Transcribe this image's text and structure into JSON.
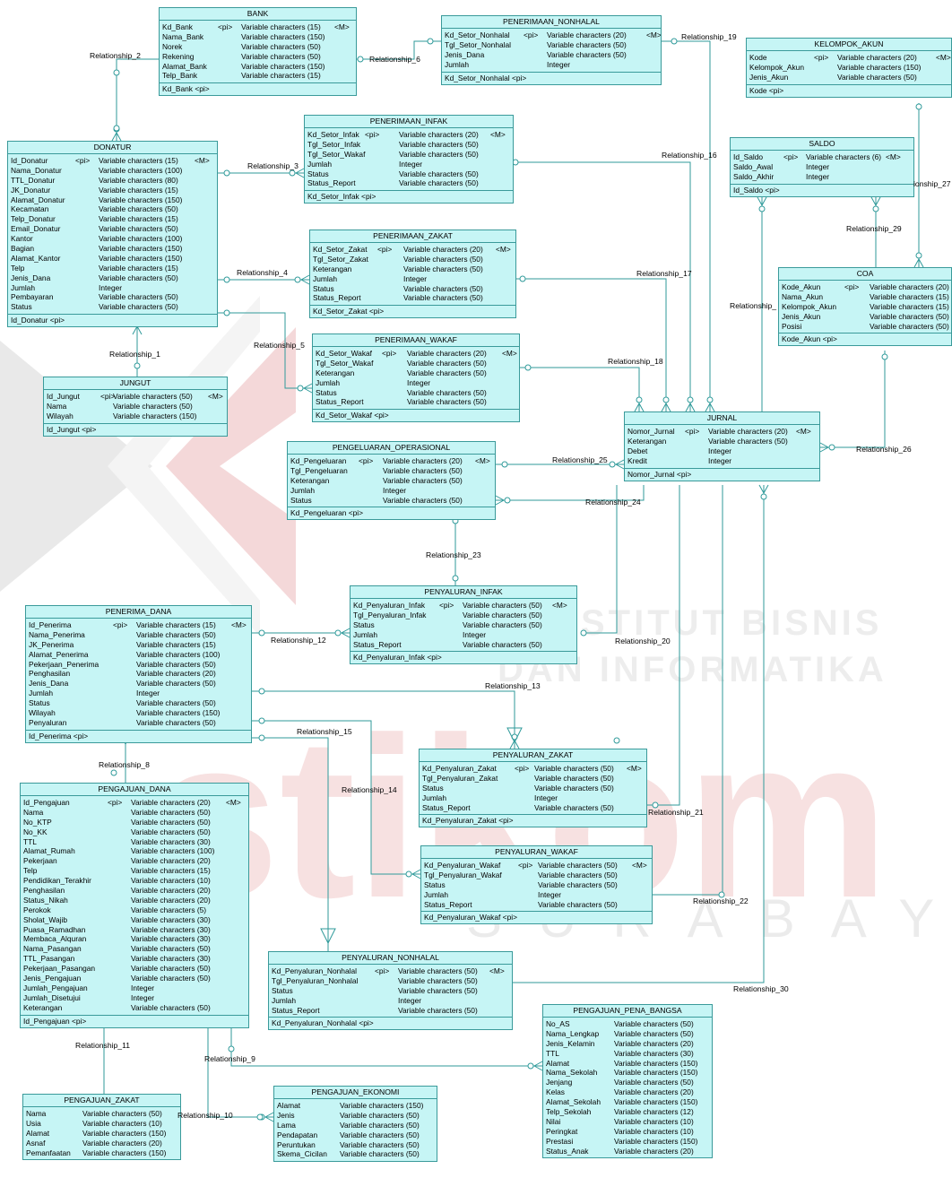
{
  "watermark": {
    "logo_text": "stikom",
    "line1": "INSTITUT BISNIS",
    "line2": "DAN INFORMATIKA",
    "line3": "SURABAYA"
  },
  "entities": [
    {
      "name": "BANK",
      "attrs": [
        [
          "Kd_Bank",
          "<pi>",
          "Variable characters (15)",
          "<M>"
        ],
        [
          "Nama_Bank",
          "",
          "Variable characters (150)",
          ""
        ],
        [
          "Norek",
          "",
          "Variable characters (50)",
          ""
        ],
        [
          "Rekening",
          "",
          "Variable characters (50)",
          ""
        ],
        [
          "Alamat_Bank",
          "",
          "Variable characters (150)",
          ""
        ],
        [
          "Telp_Bank",
          "",
          "Variable characters (15)",
          ""
        ]
      ],
      "identifier": "Kd_Bank  <pi>"
    },
    {
      "name": "PENERIMAAN_NONHALAL",
      "attrs": [
        [
          "Kd_Setor_Nonhalal",
          "<pi>",
          "Variable characters (20)",
          "<M>"
        ],
        [
          "Tgl_Setor_Nonhalal",
          "",
          "Variable characters (50)",
          ""
        ],
        [
          "Jenis_Dana",
          "",
          "Variable characters (50)",
          ""
        ],
        [
          "Jumlah",
          "",
          "Integer",
          ""
        ]
      ],
      "identifier": "Kd_Setor_Nonhalal  <pi>"
    },
    {
      "name": "KELOMPOK_AKUN",
      "attrs": [
        [
          "Kode",
          "<pi>",
          "Variable characters (20)",
          "<M>"
        ],
        [
          "Kelompok_Akun",
          "",
          "Variable characters (150)",
          ""
        ],
        [
          "Jenis_Akun",
          "",
          "Variable characters (50)",
          ""
        ]
      ],
      "identifier": "Kode  <pi>"
    },
    {
      "name": "DONATUR",
      "attrs": [
        [
          "Id_Donatur",
          "<pi>",
          "Variable characters (15)",
          "<M>"
        ],
        [
          "Nama_Donatur",
          "",
          "Variable characters (100)",
          ""
        ],
        [
          "TTL_Donatur",
          "",
          "Variable characters (80)",
          ""
        ],
        [
          "JK_Donatur",
          "",
          "Variable characters (15)",
          ""
        ],
        [
          "Alamat_Donatur",
          "",
          "Variable characters (150)",
          ""
        ],
        [
          "Kecamatan",
          "",
          "Variable characters (50)",
          ""
        ],
        [
          "Telp_Donatur",
          "",
          "Variable characters (15)",
          ""
        ],
        [
          "Email_Donatur",
          "",
          "Variable characters (50)",
          ""
        ],
        [
          "Kantor",
          "",
          "Variable characters (100)",
          ""
        ],
        [
          "Bagian",
          "",
          "Variable characters (150)",
          ""
        ],
        [
          "Alamat_Kantor",
          "",
          "Variable characters (150)",
          ""
        ],
        [
          "Telp",
          "",
          "Variable characters (15)",
          ""
        ],
        [
          "Jenis_Dana",
          "",
          "Variable characters (50)",
          ""
        ],
        [
          "Jumlah",
          "",
          "Integer",
          ""
        ],
        [
          "Pembayaran",
          "",
          "Variable characters (50)",
          ""
        ],
        [
          "Status",
          "",
          "Variable characters (50)",
          ""
        ]
      ],
      "identifier": "Id_Donatur  <pi>"
    },
    {
      "name": "PENERIMAAN_INFAK",
      "attrs": [
        [
          "Kd_Setor_Infak",
          "<pi>",
          "Variable characters (20)",
          "<M>"
        ],
        [
          "Tgl_Setor_Infak",
          "",
          "Variable characters (50)",
          ""
        ],
        [
          "Tgl_Setor_Wakaf",
          "",
          "Variable characters (50)",
          ""
        ],
        [
          "Jumlah",
          "",
          "Integer",
          ""
        ],
        [
          "Status",
          "",
          "Variable characters (50)",
          ""
        ],
        [
          "Status_Report",
          "",
          "Variable characters (50)",
          ""
        ]
      ],
      "identifier": "Kd_Setor_Infak  <pi>"
    },
    {
      "name": "SALDO",
      "attrs": [
        [
          "Id_Saldo",
          "<pi>",
          "Variable characters (6)",
          "<M>"
        ],
        [
          "Saldo_Awal",
          "",
          "Integer",
          ""
        ],
        [
          "Saldo_Akhir",
          "",
          "Integer",
          ""
        ]
      ],
      "identifier": "Id_Saldo  <pi>"
    },
    {
      "name": "PENERIMAAN_ZAKAT",
      "attrs": [
        [
          "Kd_Setor_Zakat",
          "<pi>",
          "Variable characters (20)",
          "<M>"
        ],
        [
          "Tgl_Setor_Zakat",
          "",
          "Variable characters (50)",
          ""
        ],
        [
          "Keterangan",
          "",
          "Variable characters (50)",
          ""
        ],
        [
          "Jumlah",
          "",
          "Integer",
          ""
        ],
        [
          "Status",
          "",
          "Variable characters (50)",
          ""
        ],
        [
          "Status_Report",
          "",
          "Variable characters (50)",
          ""
        ]
      ],
      "identifier": "Kd_Setor_Zakat  <pi>"
    },
    {
      "name": "COA",
      "attrs": [
        [
          "Kode_Akun",
          "<pi>",
          "Variable characters (20)",
          ""
        ],
        [
          "Nama_Akun",
          "",
          "Variable characters (15)",
          ""
        ],
        [
          "Kelompok_Akun",
          "",
          "Variable characters (15)",
          ""
        ],
        [
          "Jenis_Akun",
          "",
          "Variable characters (50)",
          ""
        ],
        [
          "Posisi",
          "",
          "Variable characters (50)",
          ""
        ]
      ],
      "identifier": "Kode_Akun  <pi>"
    },
    {
      "name": "JUNGUT",
      "attrs": [
        [
          "Id_Jungut",
          "<pi>",
          "Variable characters (50)",
          "<M>"
        ],
        [
          "Nama",
          "",
          "Variable characters (50)",
          ""
        ],
        [
          "Wilayah",
          "",
          "Variable characters (150)",
          ""
        ]
      ],
      "identifier": "Id_Jungut  <pi>"
    },
    {
      "name": "PENERIMAAN_WAKAF",
      "attrs": [
        [
          "Kd_Setor_Wakaf",
          "<pi>",
          "Variable characters (20)",
          "<M>"
        ],
        [
          "Tgl_Setor_Wakaf",
          "",
          "Variable characters (50)",
          ""
        ],
        [
          "Keterangan",
          "",
          "Variable characters (50)",
          ""
        ],
        [
          "Jumlah",
          "",
          "Integer",
          ""
        ],
        [
          "Status",
          "",
          "Variable characters (50)",
          ""
        ],
        [
          "Status_Report",
          "",
          "Variable characters (50)",
          ""
        ]
      ],
      "identifier": "Kd_Setor_Wakaf  <pi>"
    },
    {
      "name": "JURNAL",
      "attrs": [
        [
          "Nomor_Jurnal",
          "<pi>",
          "Variable characters (20)",
          "<M>"
        ],
        [
          "Keterangan",
          "",
          "Variable characters (50)",
          ""
        ],
        [
          "Debet",
          "",
          "Integer",
          ""
        ],
        [
          "Kredit",
          "",
          "Integer",
          ""
        ]
      ],
      "identifier": "Nomor_Jurnal  <pi>"
    },
    {
      "name": "PENGELUARAN_OPERASIONAL",
      "attrs": [
        [
          "Kd_Pengeluaran",
          "<pi>",
          "Variable characters (20)",
          "<M>"
        ],
        [
          "Tgl_Pengeluaran",
          "",
          "Variable characters (50)",
          ""
        ],
        [
          "Keterangan",
          "",
          "Variable characters (50)",
          ""
        ],
        [
          "Jumlah",
          "",
          "Integer",
          ""
        ],
        [
          "Status",
          "",
          "Variable characters (50)",
          ""
        ]
      ],
      "identifier": "Kd_Pengeluaran  <pi>"
    },
    {
      "name": "PENERIMA_DANA",
      "attrs": [
        [
          "Id_Penerima",
          "<pi>",
          "Variable characters (15)",
          "<M>"
        ],
        [
          "Nama_Penerima",
          "",
          "Variable characters (50)",
          ""
        ],
        [
          "JK_Penerima",
          "",
          "Variable characters (15)",
          ""
        ],
        [
          "Alamat_Penerima",
          "",
          "Variable characters (100)",
          ""
        ],
        [
          "Pekerjaan_Penerima",
          "",
          "Variable characters (50)",
          ""
        ],
        [
          "Penghasilan",
          "",
          "Variable characters (20)",
          ""
        ],
        [
          "Jenis_Dana",
          "",
          "Variable characters (50)",
          ""
        ],
        [
          "Jumlah",
          "",
          "Integer",
          ""
        ],
        [
          "Status",
          "",
          "Variable characters (50)",
          ""
        ],
        [
          "Wilayah",
          "",
          "Variable characters (150)",
          ""
        ],
        [
          "Penyaluran",
          "",
          "Variable characters (50)",
          ""
        ]
      ],
      "identifier": "Id_Penerima  <pi>"
    },
    {
      "name": "PENYALURAN_INFAK",
      "attrs": [
        [
          "Kd_Penyaluran_Infak",
          "<pi>",
          "Variable characters (50)",
          "<M>"
        ],
        [
          "Tgl_Penyaluran_Infak",
          "",
          "Variable characters (50)",
          ""
        ],
        [
          "Status",
          "",
          "Variable characters (50)",
          ""
        ],
        [
          "Jumlah",
          "",
          "Integer",
          ""
        ],
        [
          "Status_Report",
          "",
          "Variable characters (50)",
          ""
        ]
      ],
      "identifier": "Kd_Penyaluran_Infak  <pi>"
    },
    {
      "name": "PENGAJUAN_DANA",
      "attrs": [
        [
          "Id_Pengajuan",
          "<pi>",
          "Variable characters (20)",
          "<M>"
        ],
        [
          "Nama",
          "",
          "Variable characters (50)",
          ""
        ],
        [
          "No_KTP",
          "",
          "Variable characters (50)",
          ""
        ],
        [
          "No_KK",
          "",
          "Variable characters (50)",
          ""
        ],
        [
          "TTL",
          "",
          "Variable characters (30)",
          ""
        ],
        [
          "Alamat_Rumah",
          "",
          "Variable characters (100)",
          ""
        ],
        [
          "Pekerjaan",
          "",
          "Variable characters (20)",
          ""
        ],
        [
          "Telp",
          "",
          "Variable characters (15)",
          ""
        ],
        [
          "Pendidikan_Terakhir",
          "",
          "Variable characters (10)",
          ""
        ],
        [
          "Penghasilan",
          "",
          "Variable characters (20)",
          ""
        ],
        [
          "Status_Nikah",
          "",
          "Variable characters (20)",
          ""
        ],
        [
          "Perokok",
          "",
          "Variable characters (5)",
          ""
        ],
        [
          "Sholat_Wajib",
          "",
          "Variable characters (30)",
          ""
        ],
        [
          "Puasa_Ramadhan",
          "",
          "Variable characters (30)",
          ""
        ],
        [
          "Membaca_Alquran",
          "",
          "Variable characters (30)",
          ""
        ],
        [
          "Nama_Pasangan",
          "",
          "Variable characters (50)",
          ""
        ],
        [
          "TTL_Pasangan",
          "",
          "Variable characters (30)",
          ""
        ],
        [
          "Pekerjaan_Pasangan",
          "",
          "Variable characters (50)",
          ""
        ],
        [
          "Jenis_Pengajuan",
          "",
          "Variable characters (50)",
          ""
        ],
        [
          "Jumlah_Pengajuan",
          "",
          "Integer",
          ""
        ],
        [
          "Jumlah_Disetujui",
          "",
          "Integer",
          ""
        ],
        [
          "Keterangan",
          "",
          "Variable characters (50)",
          ""
        ]
      ],
      "identifier": "Id_Pengajuan  <pi>"
    },
    {
      "name": "PENYALURAN_ZAKAT",
      "attrs": [
        [
          "Kd_Penyaluran_Zakat",
          "<pi>",
          "Variable characters (50)",
          "<M>"
        ],
        [
          "Tgl_Penyaluran_Zakat",
          "",
          "Variable characters (50)",
          ""
        ],
        [
          "Status",
          "",
          "Variable characters (50)",
          ""
        ],
        [
          "Jumlah",
          "",
          "Integer",
          ""
        ],
        [
          "Status_Report",
          "",
          "Variable characters (50)",
          ""
        ]
      ],
      "identifier": "Kd_Penyaluran_Zakat  <pi>"
    },
    {
      "name": "PENYALURAN_WAKAF",
      "attrs": [
        [
          "Kd_Penyaluran_Wakaf",
          "<pi>",
          "Variable characters (50)",
          "<M>"
        ],
        [
          "Tgl_Penyaluran_Wakaf",
          "",
          "Variable characters (50)",
          ""
        ],
        [
          "Status",
          "",
          "Variable characters (50)",
          ""
        ],
        [
          "Jumlah",
          "",
          "Integer",
          ""
        ],
        [
          "Status_Report",
          "",
          "Variable characters (50)",
          ""
        ]
      ],
      "identifier": "Kd_Penyaluran_Wakaf  <pi>"
    },
    {
      "name": "PENYALURAN_NONHALAL",
      "attrs": [
        [
          "Kd_Penyaluran_Nonhalal",
          "<pi>",
          "Variable characters (50)",
          "<M>"
        ],
        [
          "Tgl_Penyaluran_Nonhalal",
          "",
          "Variable characters (50)",
          ""
        ],
        [
          "Status",
          "",
          "Variable characters (50)",
          ""
        ],
        [
          "Jumlah",
          "",
          "Integer",
          ""
        ],
        [
          "Status_Report",
          "",
          "Variable characters (50)",
          ""
        ]
      ],
      "identifier": "Kd_Penyaluran_Nonhalal  <pi>"
    },
    {
      "name": "PENGAJUAN_PENA_BANGSA",
      "attrs": [
        [
          "No_AS",
          "",
          "Variable characters (50)",
          ""
        ],
        [
          "Nama_Lengkap",
          "",
          "Variable characters (50)",
          ""
        ],
        [
          "Jenis_Kelamin",
          "",
          "Variable characters (20)",
          ""
        ],
        [
          "TTL",
          "",
          "Variable characters (30)",
          ""
        ],
        [
          "Alamat",
          "",
          "Variable characters (150)",
          ""
        ],
        [
          "Nama_Sekolah",
          "",
          "Variable characters (150)",
          ""
        ],
        [
          "Jenjang",
          "",
          "Variable characters (50)",
          ""
        ],
        [
          "Kelas",
          "",
          "Variable characters (20)",
          ""
        ],
        [
          "Alamat_Sekolah",
          "",
          "Variable characters (150)",
          ""
        ],
        [
          "Telp_Sekolah",
          "",
          "Variable characters (12)",
          ""
        ],
        [
          "Nilai",
          "",
          "Variable characters (10)",
          ""
        ],
        [
          "Peringkat",
          "",
          "Variable characters (10)",
          ""
        ],
        [
          "Prestasi",
          "",
          "Variable characters (150)",
          ""
        ],
        [
          "Status_Anak",
          "",
          "Variable characters (20)",
          ""
        ]
      ],
      "identifier": ""
    },
    {
      "name": "PENGAJUAN_ZAKAT",
      "attrs": [
        [
          "Nama",
          "",
          "Variable characters (50)",
          ""
        ],
        [
          "Usia",
          "",
          "Variable characters (10)",
          ""
        ],
        [
          "Alamat",
          "",
          "Variable characters (150)",
          ""
        ],
        [
          "Asnaf",
          "",
          "Variable characters (20)",
          ""
        ],
        [
          "Pemanfaatan",
          "",
          "Variable characters (150)",
          ""
        ]
      ],
      "identifier": ""
    },
    {
      "name": "PENGAJUAN_EKONOMI",
      "attrs": [
        [
          "Alamat",
          "",
          "Variable characters (150)",
          ""
        ],
        [
          "Jenis",
          "",
          "Variable characters (50)",
          ""
        ],
        [
          "Lama",
          "",
          "Variable characters (50)",
          ""
        ],
        [
          "Pendapatan",
          "",
          "Variable characters (50)",
          ""
        ],
        [
          "Peruntukan",
          "",
          "Variable characters (50)",
          ""
        ],
        [
          "Skema_Cicilan",
          "",
          "Variable characters (50)",
          ""
        ]
      ],
      "identifier": ""
    }
  ],
  "relationships": [
    "Relationship_1",
    "Relationship_2",
    "Relationship_3",
    "Relationship_4",
    "Relationship_5",
    "Relationship_6",
    "Relationship_8",
    "Relationship_9",
    "Relationship_10",
    "Relationship_11",
    "Relationship_12",
    "Relationship_13",
    "Relationship_14",
    "Relationship_15",
    "Relationship_16",
    "Relationship_17",
    "Relationship_18",
    "Relationship_19",
    "Relationship_20",
    "Relationship_21",
    "Relationship_22",
    "Relationship_23",
    "Relationship_24",
    "Relationship_25",
    "Relationship_26",
    "ionship_27",
    "Relationship_29",
    "Relationship_30",
    "Relationship_"
  ]
}
